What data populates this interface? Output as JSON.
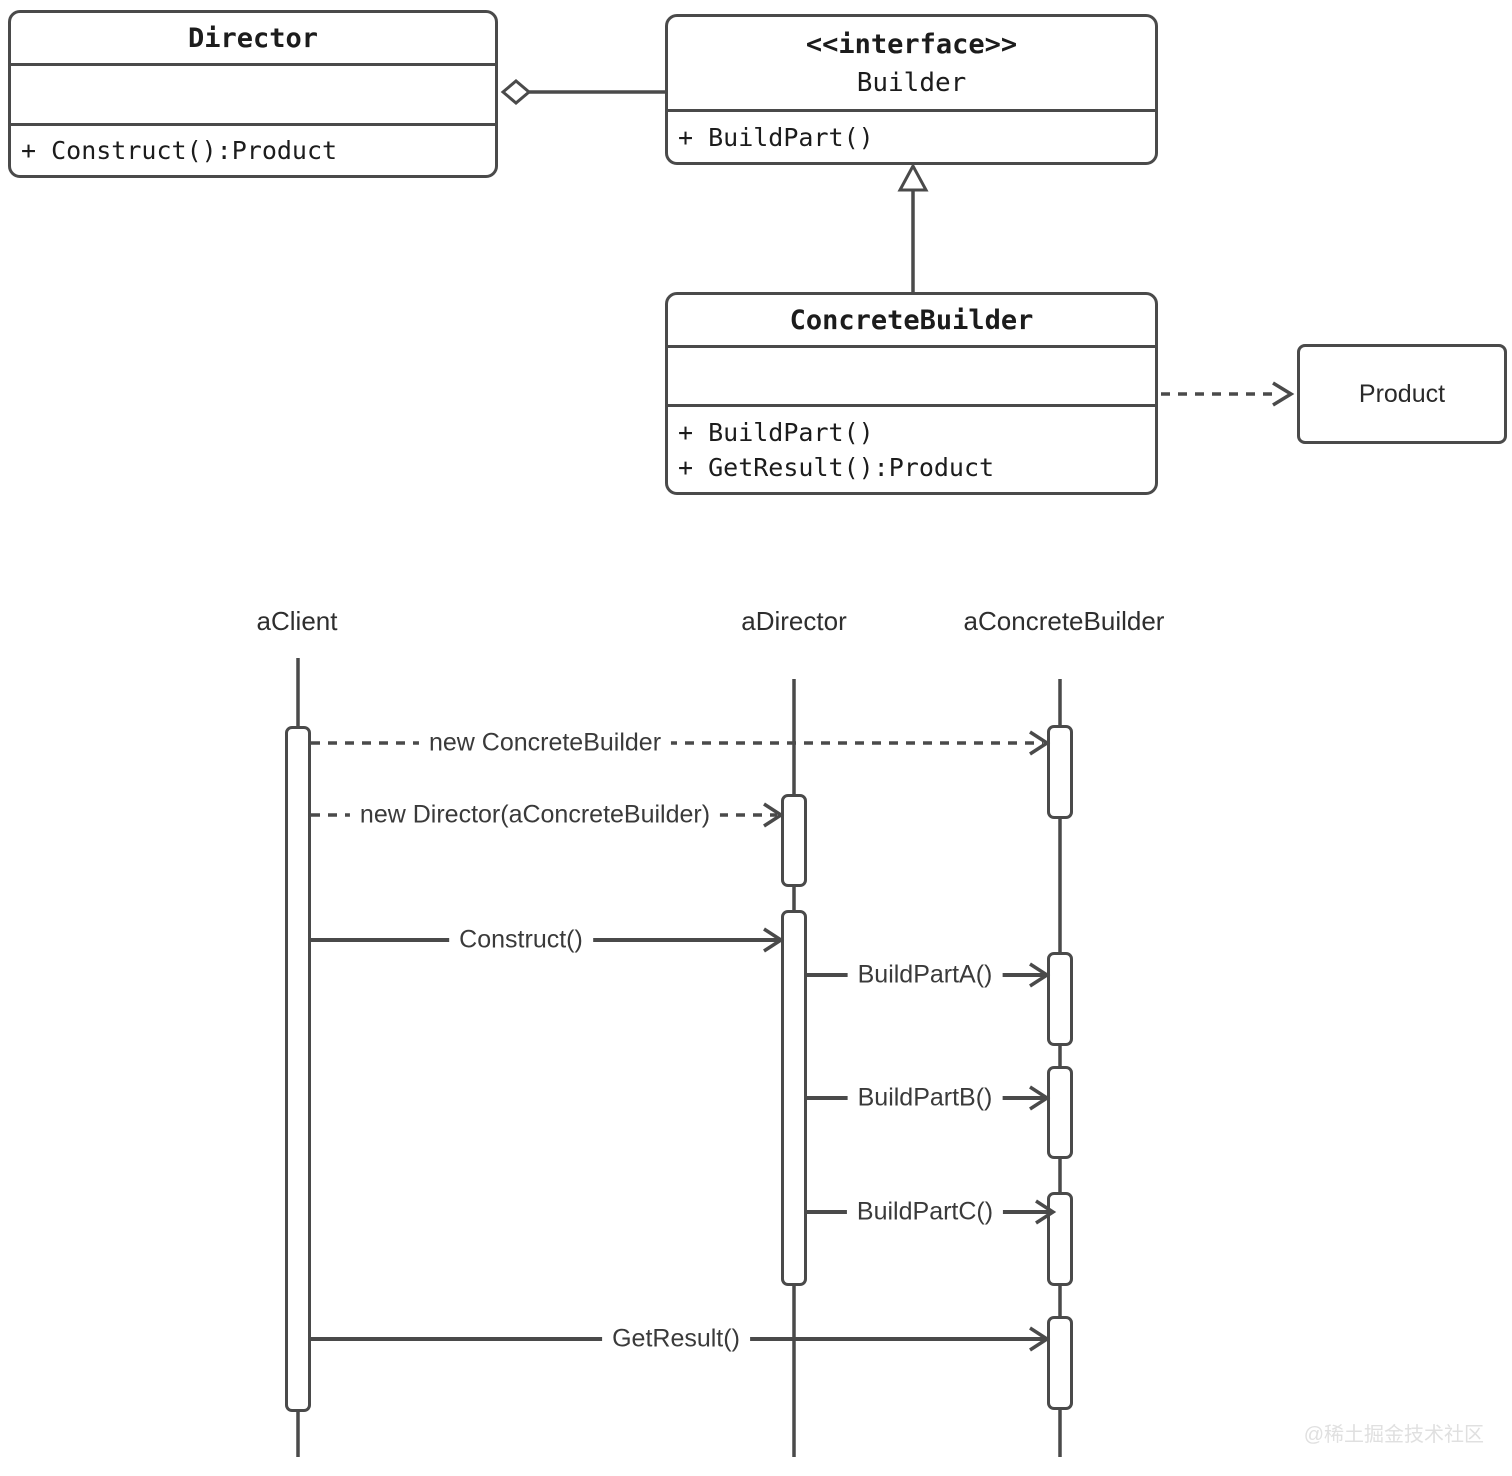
{
  "colors": {
    "stroke": "#4a4a4a",
    "class_text": "#1c1c1c",
    "label_text": "#3a3a3a",
    "background": "#ffffff",
    "watermark": "#e0e0e0"
  },
  "class_diagram": {
    "director": {
      "name": "Director",
      "operations": [
        "+ Construct():Product"
      ]
    },
    "builder": {
      "stereotype": "<<interface>>",
      "name": "Builder",
      "operations": [
        "+ BuildPart()"
      ]
    },
    "concrete_builder": {
      "name": "ConcreteBuilder",
      "operations": [
        "+ BuildPart()",
        "+ GetResult():Product"
      ]
    },
    "product": {
      "name": "Product"
    }
  },
  "sequence_diagram": {
    "lifelines": [
      "aClient",
      "aDirector",
      "aConcreteBuilder"
    ],
    "messages": [
      {
        "label": "new ConcreteBuilder",
        "style": "dashed",
        "from": "aClient",
        "to": "aConcreteBuilder"
      },
      {
        "label": "new Director(aConcreteBuilder)",
        "style": "dashed",
        "from": "aClient",
        "to": "aDirector"
      },
      {
        "label": "Construct()",
        "style": "solid",
        "from": "aClient",
        "to": "aDirector"
      },
      {
        "label": "BuildPartA()",
        "style": "solid",
        "from": "aDirector",
        "to": "aConcreteBuilder"
      },
      {
        "label": "BuildPartB()",
        "style": "solid",
        "from": "aDirector",
        "to": "aConcreteBuilder"
      },
      {
        "label": "BuildPartC()",
        "style": "solid",
        "from": "aDirector",
        "to": "aConcreteBuilder"
      },
      {
        "label": "GetResult()",
        "style": "solid",
        "from": "aClient",
        "to": "aConcreteBuilder"
      }
    ]
  },
  "watermark": "@稀土掘金技术社区"
}
